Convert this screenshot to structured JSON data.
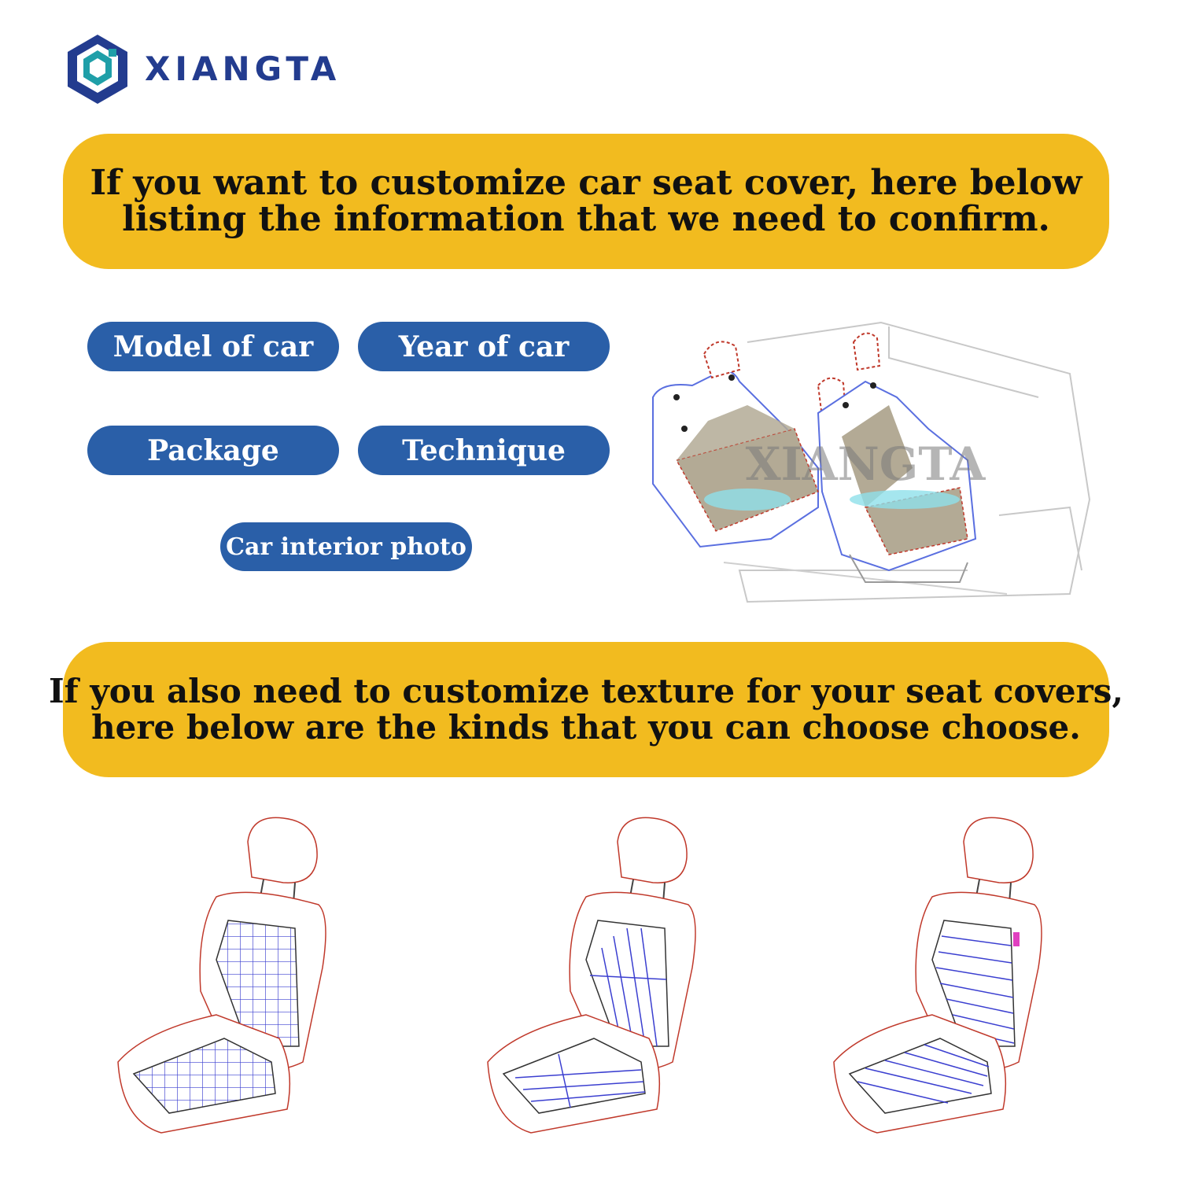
{
  "brand": {
    "name": "XIANGTA",
    "logo_icon": "cube-logo-icon",
    "color": "#233c8f",
    "accent_color": "#1f9fa8"
  },
  "banners": [
    {
      "lines": [
        "If you want to customize car seat cover, here below",
        "listing the information that we need to confirm."
      ],
      "color": "#f2bb1f"
    },
    {
      "lines": [
        "If you also need to customize texture for your seat covers,",
        "here below are the kinds that you can choose choose."
      ],
      "color": "#f2bb1f"
    }
  ],
  "info_items": [
    {
      "label": "Model of car"
    },
    {
      "label": "Year of car"
    },
    {
      "label": "Package"
    },
    {
      "label": "Technique"
    },
    {
      "label": "Car interior photo"
    }
  ],
  "pill_color": "#2a5fa8",
  "interior_illustration": {
    "watermark": "XIANGTA"
  },
  "texture_options": [
    {
      "icon": "grid-stitch-seat-icon"
    },
    {
      "icon": "vertical-stitch-seat-icon"
    },
    {
      "icon": "horizontal-stitch-seat-icon"
    }
  ]
}
